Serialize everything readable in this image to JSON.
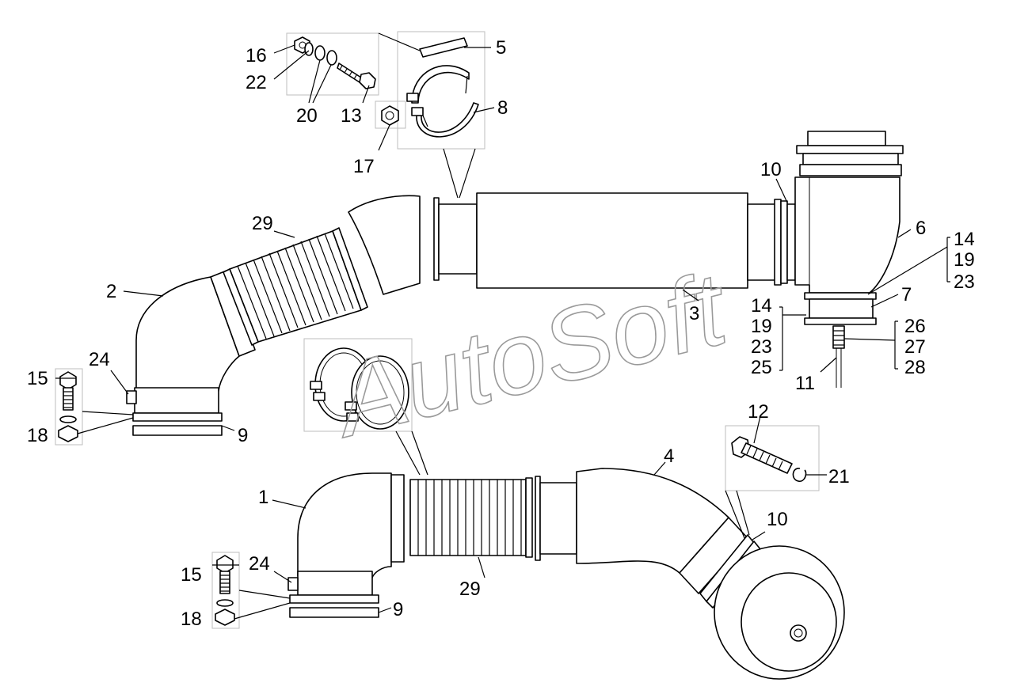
{
  "watermark": "AutoSoft",
  "callouts": [
    {
      "id": "c16",
      "text": "16"
    },
    {
      "id": "c22",
      "text": "22"
    },
    {
      "id": "c20",
      "text": "20"
    },
    {
      "id": "c13",
      "text": "13"
    },
    {
      "id": "c5",
      "text": "5"
    },
    {
      "id": "c8",
      "text": "8"
    },
    {
      "id": "c17",
      "text": "17"
    },
    {
      "id": "c10a",
      "text": "10"
    },
    {
      "id": "c6",
      "text": "6"
    },
    {
      "id": "c14a",
      "text": "14"
    },
    {
      "id": "c19a",
      "text": "19"
    },
    {
      "id": "c23a",
      "text": "23"
    },
    {
      "id": "c7",
      "text": "7"
    },
    {
      "id": "c3",
      "text": "3"
    },
    {
      "id": "c14b",
      "text": "14"
    },
    {
      "id": "c19b",
      "text": "19"
    },
    {
      "id": "c23b",
      "text": "23"
    },
    {
      "id": "c25",
      "text": "25"
    },
    {
      "id": "c26",
      "text": "26"
    },
    {
      "id": "c27",
      "text": "27"
    },
    {
      "id": "c28",
      "text": "28"
    },
    {
      "id": "c11",
      "text": "11"
    },
    {
      "id": "c29a",
      "text": "29"
    },
    {
      "id": "c2",
      "text": "2"
    },
    {
      "id": "c24a",
      "text": "24"
    },
    {
      "id": "c15a",
      "text": "15"
    },
    {
      "id": "c18a",
      "text": "18"
    },
    {
      "id": "c9a",
      "text": "9"
    },
    {
      "id": "c12",
      "text": "12"
    },
    {
      "id": "c21",
      "text": "21"
    },
    {
      "id": "c4",
      "text": "4"
    },
    {
      "id": "c1",
      "text": "1"
    },
    {
      "id": "c10b",
      "text": "10"
    },
    {
      "id": "c24b",
      "text": "24"
    },
    {
      "id": "c15b",
      "text": "15"
    },
    {
      "id": "c18b",
      "text": "18"
    },
    {
      "id": "c29b",
      "text": "29"
    },
    {
      "id": "c9b",
      "text": "9"
    }
  ]
}
